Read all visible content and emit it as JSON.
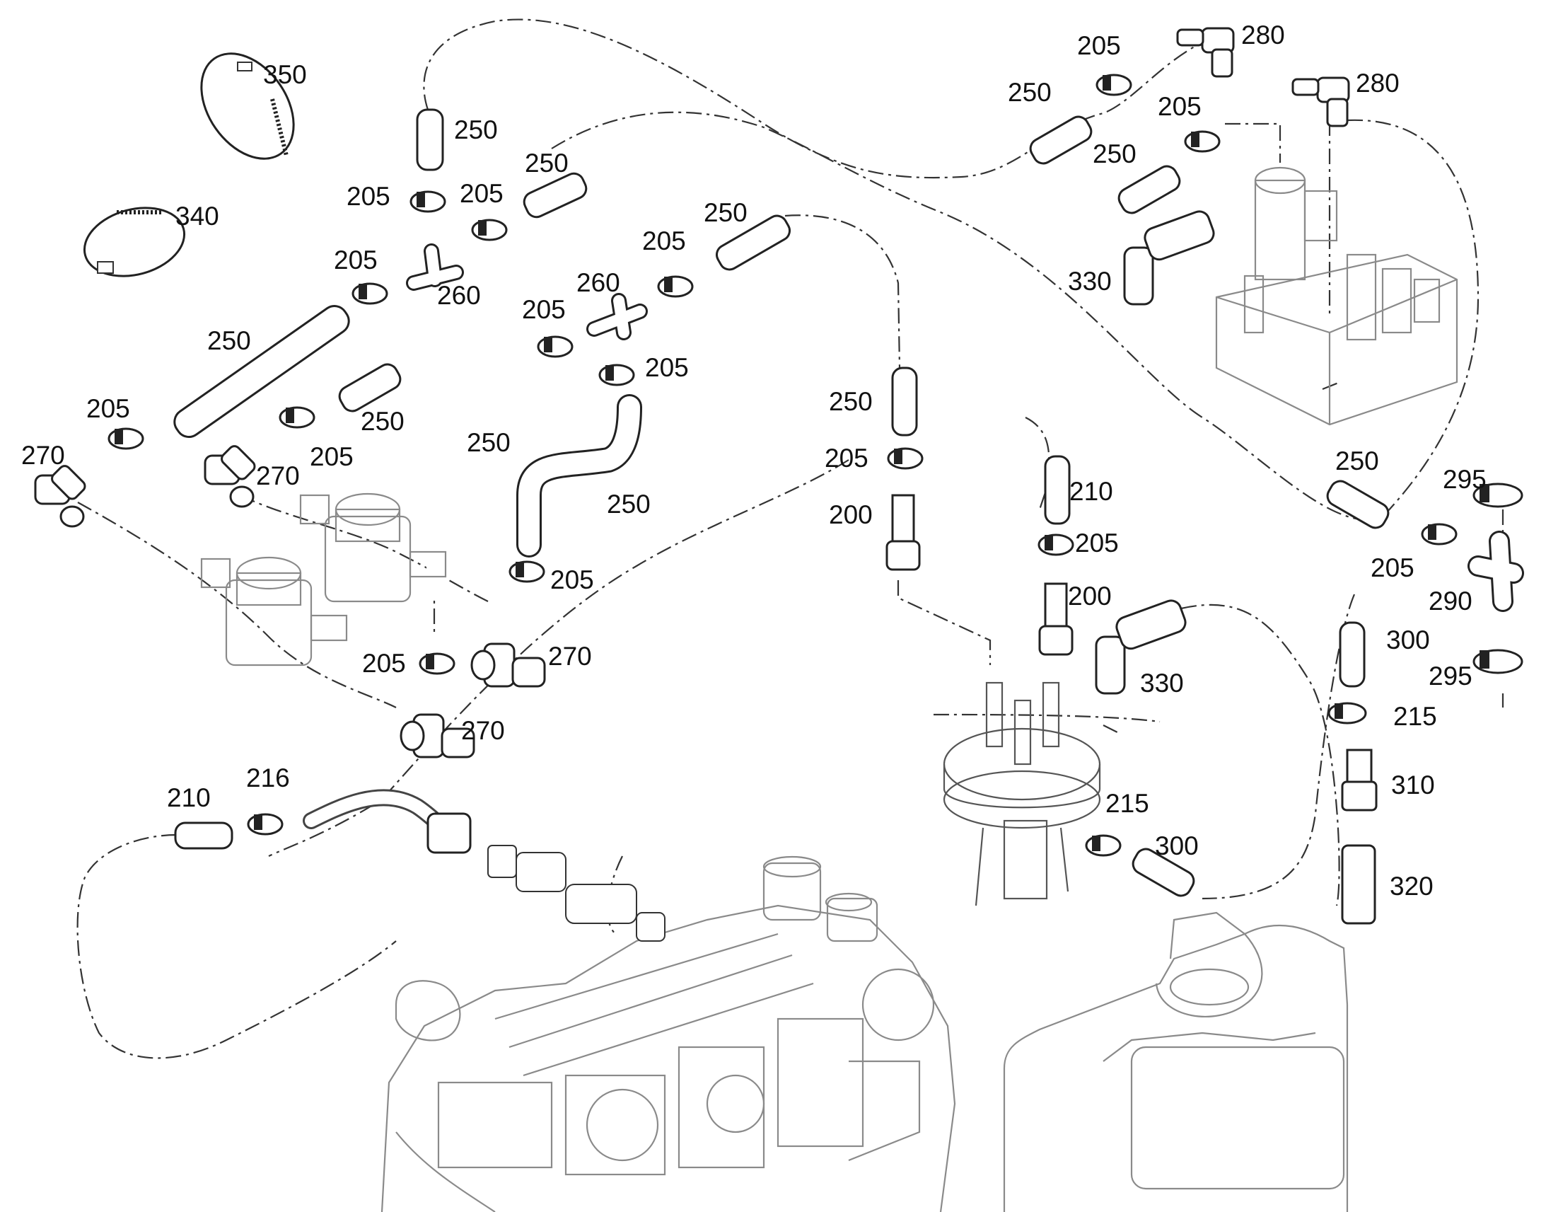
{
  "diagram": {
    "callouts": [
      "350",
      "340",
      "250",
      "205",
      "260",
      "270",
      "280",
      "330",
      "200",
      "210",
      "215",
      "216",
      "290",
      "295",
      "300",
      "310",
      "320"
    ]
  }
}
